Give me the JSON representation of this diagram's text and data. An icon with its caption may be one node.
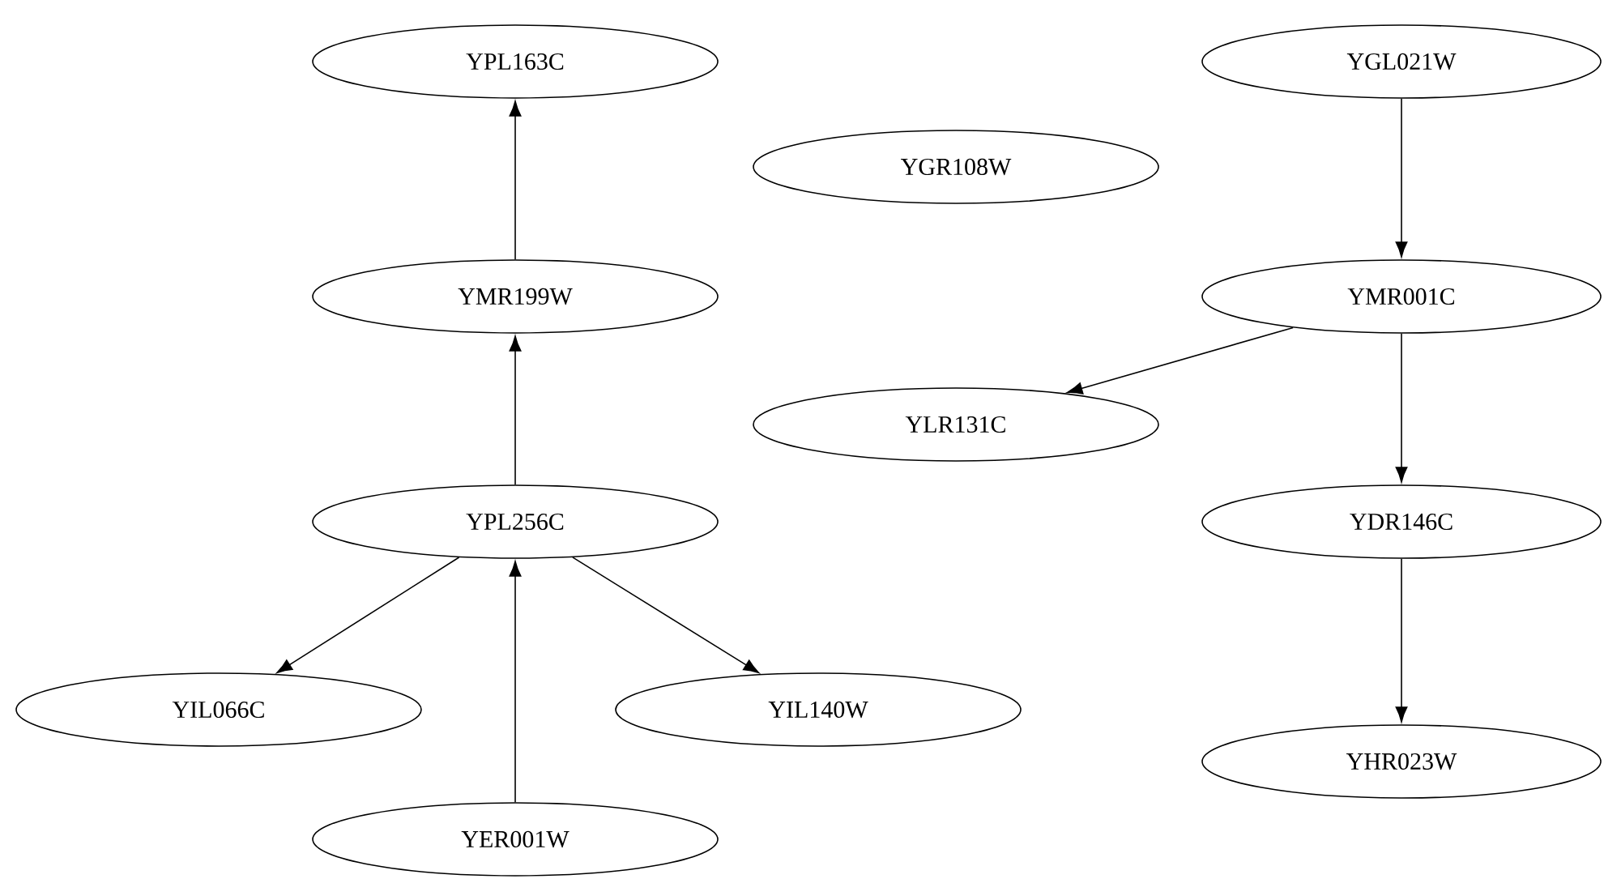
{
  "diagram": {
    "nodes": [
      {
        "text": [
          "YPL163C"
        ]
      },
      {
        "text": [
          "YMR199W"
        ]
      },
      {
        "text": [
          "YPL256C"
        ]
      },
      {
        "text": [
          "YIL066C"
        ]
      },
      {
        "text": [
          "YIL140W"
        ]
      },
      {
        "text": [
          "YER001W"
        ]
      },
      {
        "text": [
          "YGR108W"
        ]
      },
      {
        "text": [
          "YGL021W"
        ]
      },
      {
        "text": [
          "YMR001C"
        ]
      },
      {
        "text": [
          "YLR131C"
        ]
      },
      {
        "text": [
          "YDR146C"
        ]
      },
      {
        "text": [
          "YHR023W"
        ]
      }
    ],
    "edges": [
      {
        "from": 1,
        "to": 0,
        "arrow": "to"
      },
      {
        "from": 2,
        "to": 1,
        "arrow": "to"
      },
      {
        "from": 5,
        "to": 2,
        "arrow": "to"
      },
      {
        "from": 2,
        "to": 3,
        "arrow": "to"
      },
      {
        "from": 2,
        "to": 4,
        "arrow": "to"
      },
      {
        "from": 7,
        "to": 8,
        "arrow": "to"
      },
      {
        "from": 8,
        "to": 9,
        "arrow": "to"
      },
      {
        "from": 8,
        "to": 10,
        "arrow": "to"
      },
      {
        "from": 10,
        "to": 11,
        "arrow": "to"
      }
    ]
  }
}
